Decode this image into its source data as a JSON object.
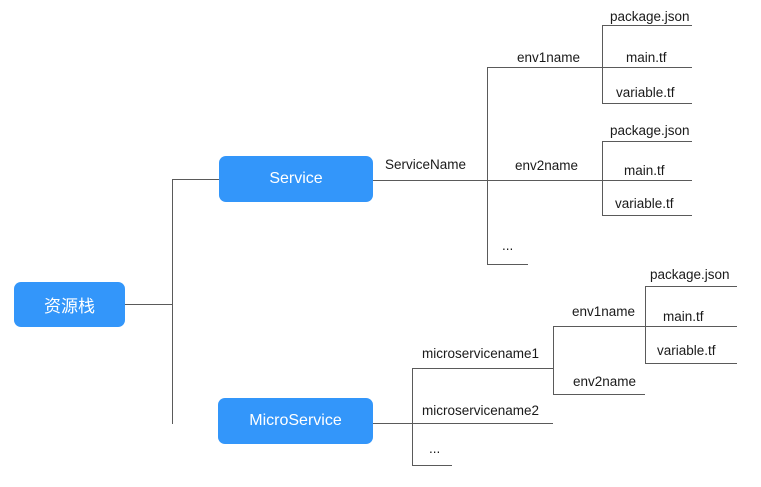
{
  "diagram": {
    "root": {
      "label": "资源栈"
    },
    "branches": [
      {
        "node": "Service",
        "edge_label": "ServiceName",
        "children": [
          {
            "label": "env1name",
            "files": [
              "package.json",
              "main.tf",
              "variable.tf"
            ]
          },
          {
            "label": "env2name",
            "files": [
              "package.json",
              "main.tf",
              "variable.tf"
            ]
          },
          {
            "label": "..."
          }
        ]
      },
      {
        "node": "MicroService",
        "children": [
          {
            "label": "microservicename1",
            "children": [
              {
                "label": "env1name",
                "files": [
                  "package.json",
                  "main.tf",
                  "variable.tf"
                ]
              },
              {
                "label": "env2name"
              }
            ]
          },
          {
            "label": "microservicename2"
          },
          {
            "label": "..."
          }
        ]
      }
    ],
    "colors": {
      "node_fill": "#3396FA",
      "node_text": "#FFFFFF",
      "connector": "#5A5A5A",
      "label_text": "#1A1A1A"
    }
  }
}
